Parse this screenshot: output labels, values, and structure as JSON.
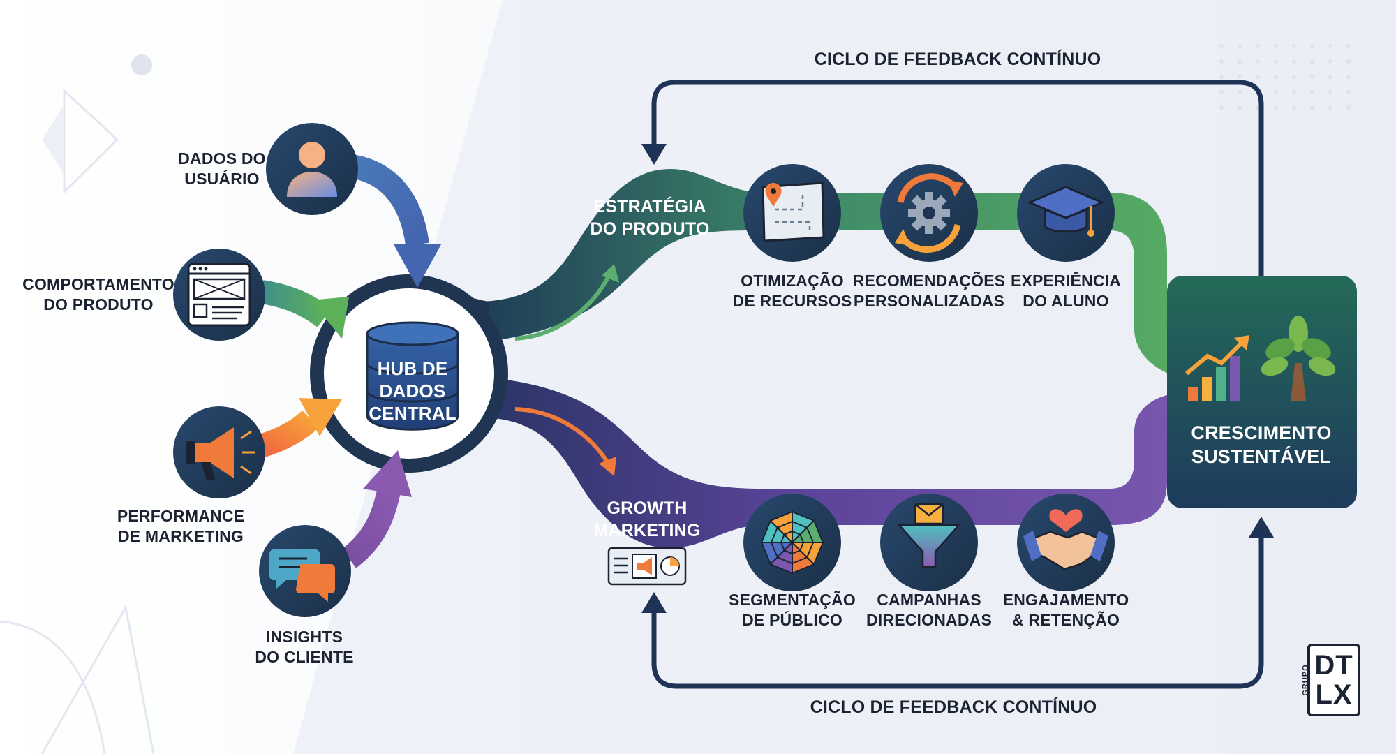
{
  "sources": [
    {
      "label": "DADOS DO\nUSUÁRIO",
      "icon": "user-icon"
    },
    {
      "label": "COMPORTAMENTO\nDO PRODUTO",
      "icon": "browser-window-icon"
    },
    {
      "label": "PERFORMANCE\nDE MARKETING",
      "icon": "megaphone-icon"
    },
    {
      "label": "INSIGHTS\nDO CLIENTE",
      "icon": "chat-bubbles-icon"
    }
  ],
  "hub": {
    "label": "HUB DE\nDADOS\nCENTRAL",
    "icon": "database-icon"
  },
  "branches": {
    "product": {
      "label": "ESTRATÉGIA\nDO PRODUTO",
      "steps": [
        {
          "label": "OTIMIZAÇÃO\nDE RECURSOS",
          "icon": "map-route-icon"
        },
        {
          "label": "RECOMENDAÇÕES\nPERSONALIZADAS",
          "icon": "gear-cycle-icon"
        },
        {
          "label": "EXPERIÊNCIA\nDO ALUNO",
          "icon": "graduation-cap-icon"
        }
      ]
    },
    "growth": {
      "label": "GROWTH\nMARKETING",
      "icon": "marketing-dashboard-icon",
      "steps": [
        {
          "label": "SEGMENTAÇÃO\nDE PÚBLICO",
          "icon": "radar-web-icon"
        },
        {
          "label": "CAMPANHAS\nDIRECIONADAS",
          "icon": "email-funnel-icon"
        },
        {
          "label": "ENGAJAMENTO\n& RETENÇÃO",
          "icon": "handshake-heart-icon"
        }
      ]
    }
  },
  "outcome": {
    "label": "CRESCIMENTO\nSUSTENTÁVEL",
    "icons": [
      "growth-chart-icon",
      "tree-icon"
    ]
  },
  "feedback": {
    "top": "CICLO DE FEEDBACK CONTÍNUO",
    "bottom": "CICLO DE FEEDBACK CONTÍNUO"
  },
  "logo": {
    "small": "GRUPO",
    "line1": "DT",
    "line2": "LX"
  },
  "colors": {
    "navy": "#1e3355",
    "green": "#4e9a5c",
    "purple": "#6a4a9a",
    "blue_arrow": "#4a6fb0",
    "orange_arrow": "#f07a3a",
    "outcome_box": "#1f5a5e"
  }
}
